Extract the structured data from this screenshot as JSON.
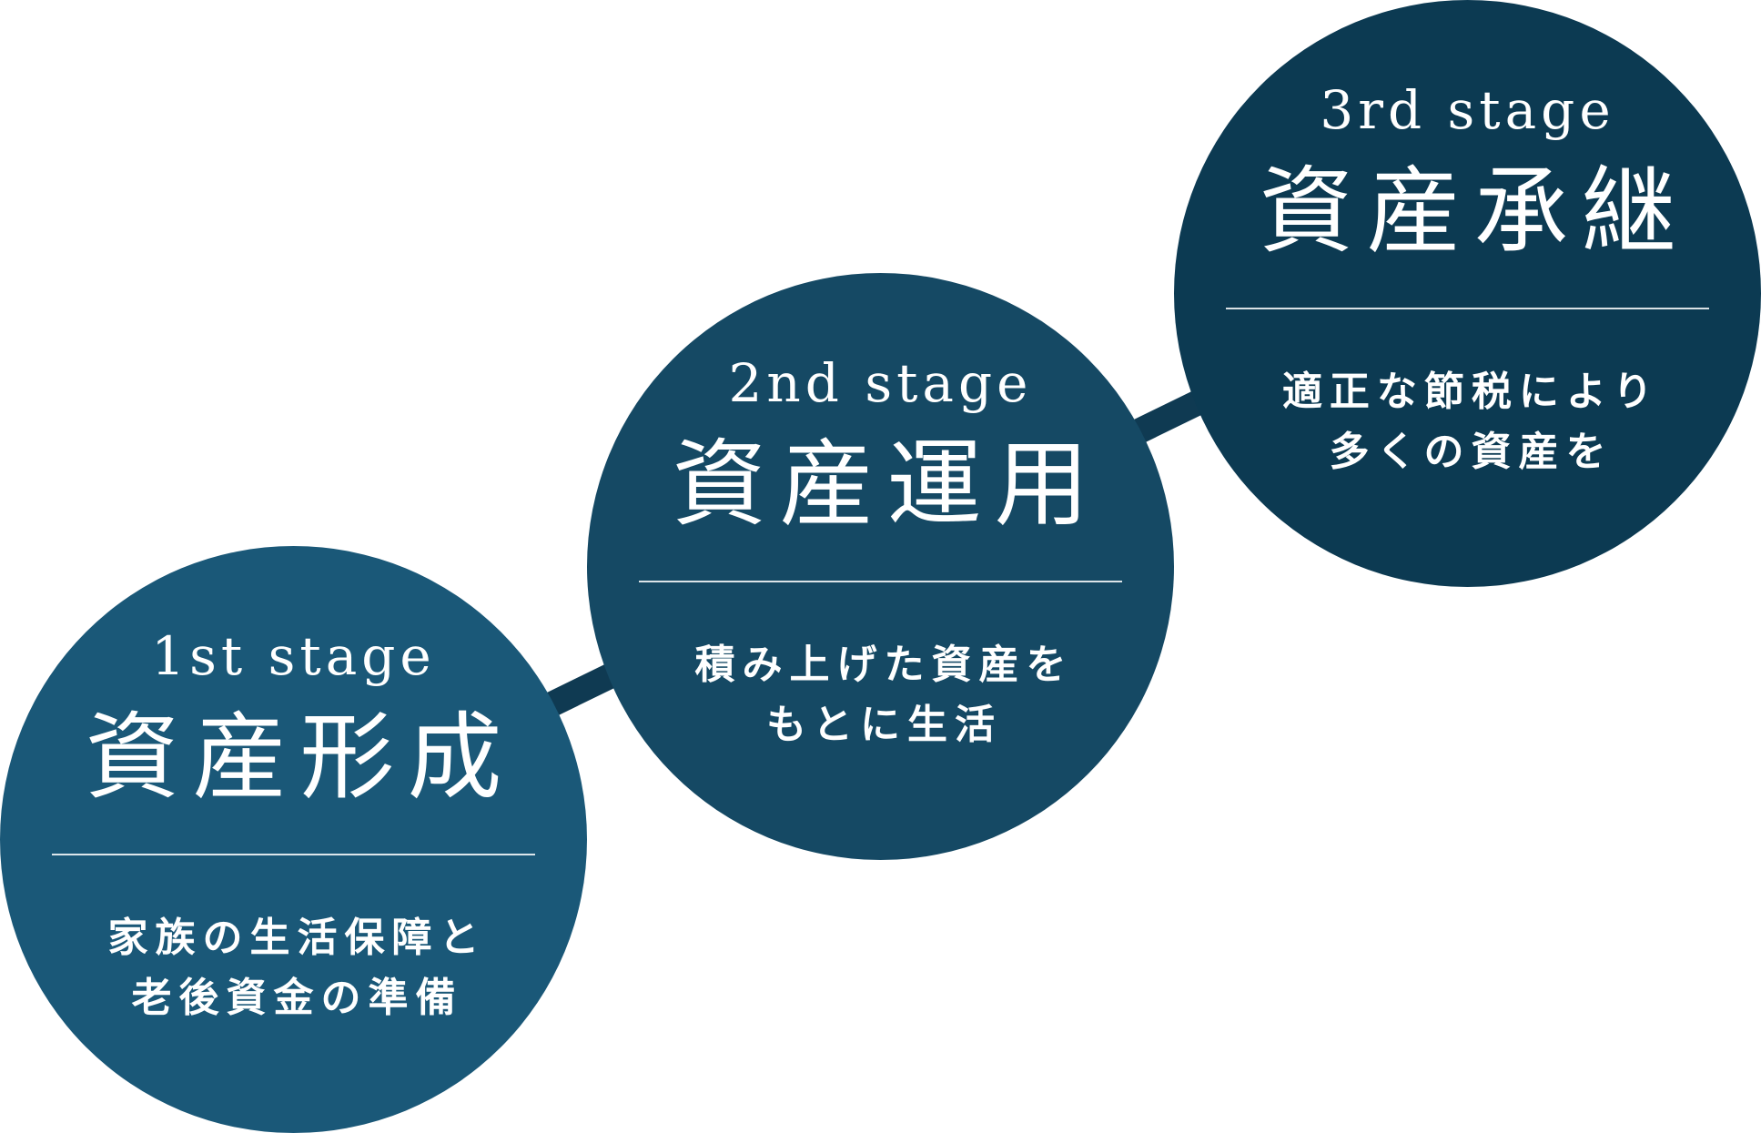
{
  "colors": {
    "connector": "#0f3a52",
    "stage_1": "#1a5878",
    "stage_2": "#154964",
    "stage_3": "#0c3a52",
    "text": "#ffffff"
  },
  "stages": [
    {
      "label": "1st stage",
      "title": "資産形成",
      "description": [
        "家族の生活保障と",
        "老後資金の準備"
      ]
    },
    {
      "label": "2nd stage",
      "title": "資産運用",
      "description": [
        "積み上げた資産を",
        "もとに生活"
      ]
    },
    {
      "label": "3rd stage",
      "title": "資産承継",
      "description": [
        "適正な節税により",
        "多くの資産を"
      ]
    }
  ]
}
